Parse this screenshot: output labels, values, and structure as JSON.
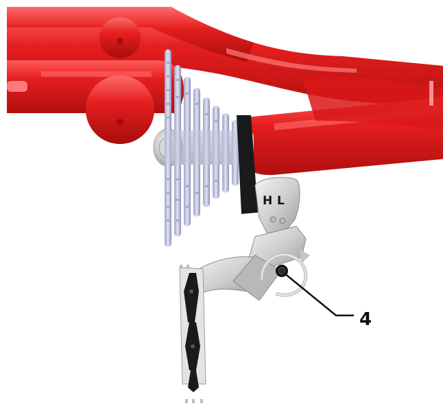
{
  "diagram": {
    "callout_number": "4",
    "limit_label_high": "H",
    "limit_label_low": "L",
    "colors": {
      "frame": "#e41e1e",
      "frame_highlight": "#ff6a6a",
      "frame_shadow": "#a80d0d",
      "derailleur": "#c9c9c9",
      "cassette": "#b9bcd8",
      "chain": "#1a1a1a",
      "screw": "#111111",
      "rotation_arrow": "#bfbfbf"
    },
    "icons": {
      "limit_screw": "screw-icon",
      "rotation": "rotation-arrow-icon"
    }
  }
}
